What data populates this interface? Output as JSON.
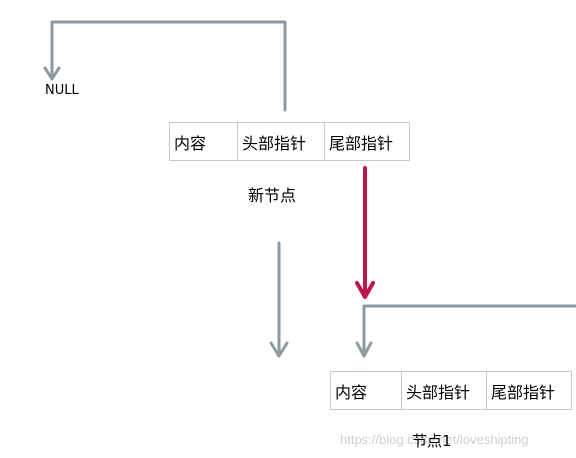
{
  "null_label": "NULL",
  "new_node": {
    "caption": "新节点",
    "cells": [
      "内容",
      "头部指针",
      "尾部指针"
    ]
  },
  "node1": {
    "caption": "节点1",
    "cells": [
      "内容",
      "头部指针",
      "尾部指针"
    ]
  },
  "watermark": "https://blog.csdn.net/loveshipting",
  "colors": {
    "arrow": "#8f9aa0",
    "highlight_arrow": "#c0174a",
    "cell_border": "#c8c8c8"
  }
}
